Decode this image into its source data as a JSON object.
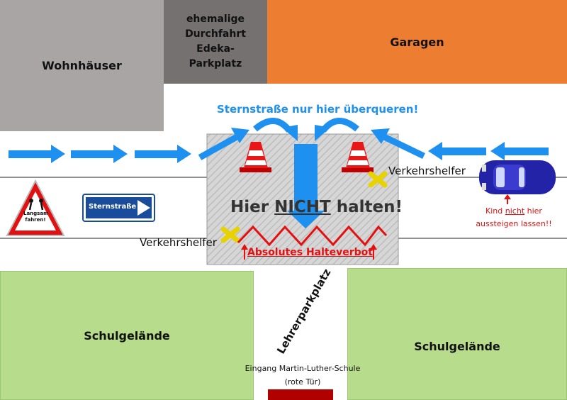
{
  "blocks": {
    "residential": "Wohnhäuser",
    "former_passage": "ehemalige Durchfahrt Edeka-Parkplatz",
    "garages": "Garagen",
    "school_left": "Schulgelände",
    "school_right": "Schulgelände"
  },
  "street": {
    "crossing_hint": "Sternstraße nur hier überqueren!",
    "sign_label": "Sternstraße",
    "warning_sign_line1": "Langsam",
    "warning_sign_line2": "fahren!"
  },
  "zone": {
    "no_stop_prefix": "Hier ",
    "no_stop_emph": "NICHT",
    "no_stop_suffix": " halten!",
    "absolute_ban": "Absolutes Halteverbot"
  },
  "helpers": {
    "top": "Verkehrshelfer",
    "bottom": "Verkehrshelfer"
  },
  "car_note": {
    "line1_prefix": "Kind ",
    "line1_emph": "nicht",
    "line1_suffix": " hier",
    "line2": "aussteigen lassen!!"
  },
  "parking": {
    "teacher_lot": "Lehrerparkplatz",
    "entrance_line1": "Eingang Martin-Luther-Schule",
    "entrance_line2": "(rote Tür)"
  },
  "colors": {
    "arrow_blue": "#1e90f0",
    "garage_orange": "#ed7d31",
    "residential_grey": "#a9a5a5",
    "passage_grey": "#767171",
    "school_green": "#b6dc8c",
    "warning_red": "#e21010",
    "door_red": "#b00000"
  }
}
